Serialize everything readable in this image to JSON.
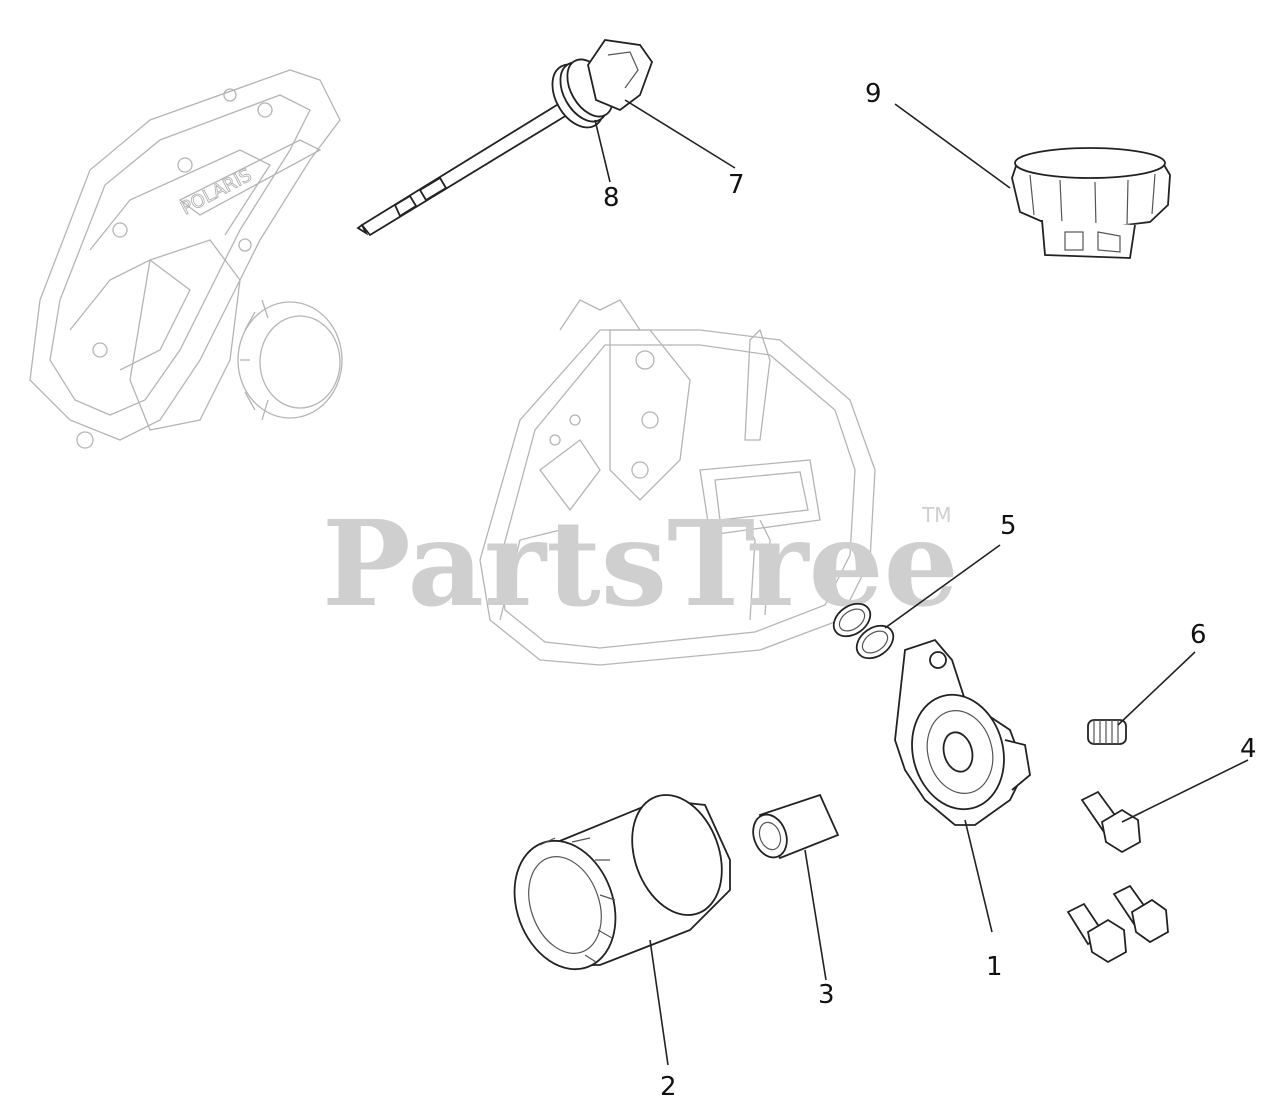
{
  "watermark": {
    "text": "PartsTree",
    "trademark": "TM"
  },
  "callouts": [
    {
      "label": "1",
      "part": "oil-filter-adapter"
    },
    {
      "label": "2",
      "part": "oil-filter"
    },
    {
      "label": "3",
      "part": "filter-nipple"
    },
    {
      "label": "4",
      "part": "bolts"
    },
    {
      "label": "5",
      "part": "o-rings"
    },
    {
      "label": "6",
      "part": "plug"
    },
    {
      "label": "7",
      "part": "dipstick-cap"
    },
    {
      "label": "8",
      "part": "dipstick-seal"
    },
    {
      "label": "9",
      "part": "oil-fill-cap"
    }
  ],
  "colors": {
    "line": "#222222",
    "background_engine": "#b5b5b5",
    "watermark": "#cfcfcf"
  }
}
